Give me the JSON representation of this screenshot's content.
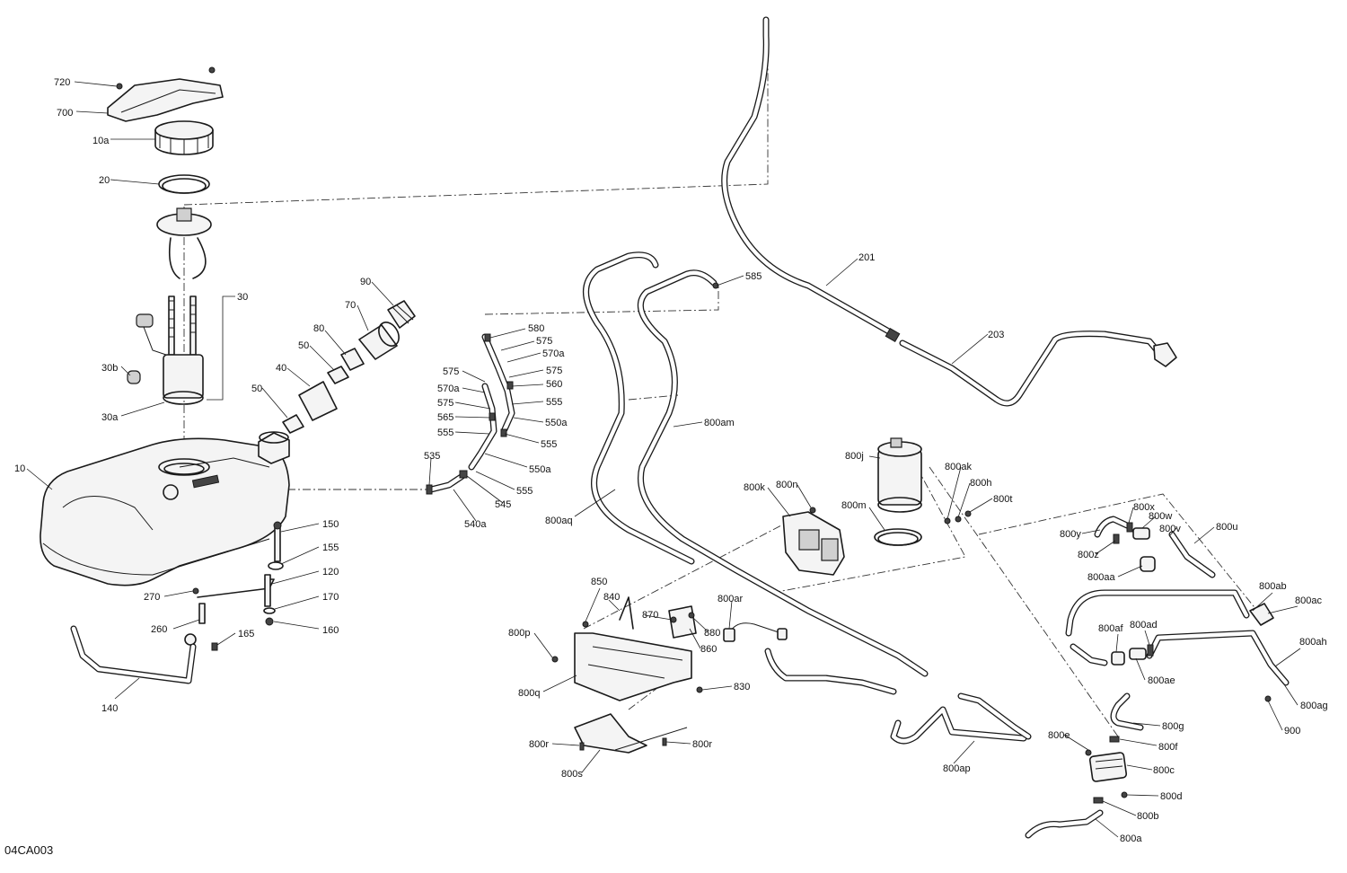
{
  "diagram_code": "04CA003",
  "labels": {
    "l720": "720",
    "l700": "700",
    "l10a": "10a",
    "l20": "20",
    "l30": "30",
    "l30b": "30b",
    "l30a": "30a",
    "l10": "10",
    "l90": "90",
    "l70": "70",
    "l80": "80",
    "l50a": "50",
    "l40": "40",
    "l50b": "50",
    "l150": "150",
    "l155": "155",
    "l120": "120",
    "l270": "270",
    "l170": "170",
    "l260": "260",
    "l160": "160",
    "l165": "165",
    "l140": "140",
    "l580": "580",
    "l575a": "575",
    "l570a_r": "570a",
    "l575b": "575",
    "l575c": "575",
    "l560": "560",
    "l570a_l": "570a",
    "l575d": "575",
    "l555a": "555",
    "l565": "565",
    "l550a_r": "550a",
    "l555b": "555",
    "l555c": "555",
    "l535": "535",
    "l550a_b": "550a",
    "l555d": "555",
    "l545": "545",
    "l540a": "540a",
    "l585": "585",
    "l800am": "800am",
    "l800aq": "800aq",
    "l201": "201",
    "l203": "203",
    "l800j": "800j",
    "l800ak": "800ak",
    "l800h": "800h",
    "l800t": "800t",
    "l800m": "800m",
    "l800k": "800k",
    "l800n": "800n",
    "l800x": "800x",
    "l800w": "800w",
    "l800y": "800y",
    "l800v": "800v",
    "l800u": "800u",
    "l800z": "800z",
    "l800aa": "800aa",
    "l800ab": "800ab",
    "l800ac": "800ac",
    "l800ah": "800ah",
    "l800af": "800af",
    "l800ad": "800ad",
    "l800ae": "800ae",
    "l800ag": "800ag",
    "l900": "900",
    "l850": "850",
    "l840": "840",
    "l870": "870",
    "l880": "880",
    "l860": "860",
    "l800p": "800p",
    "l800q": "800q",
    "l830": "830",
    "l800ar": "800ar",
    "l800r_l": "800r",
    "l800r_r": "800r",
    "l800s": "800s",
    "l800ap": "800ap",
    "l800g": "800g",
    "l800e": "800e",
    "l800f": "800f",
    "l800c": "800c",
    "l800d": "800d",
    "l800b": "800b",
    "l800a": "800a"
  }
}
